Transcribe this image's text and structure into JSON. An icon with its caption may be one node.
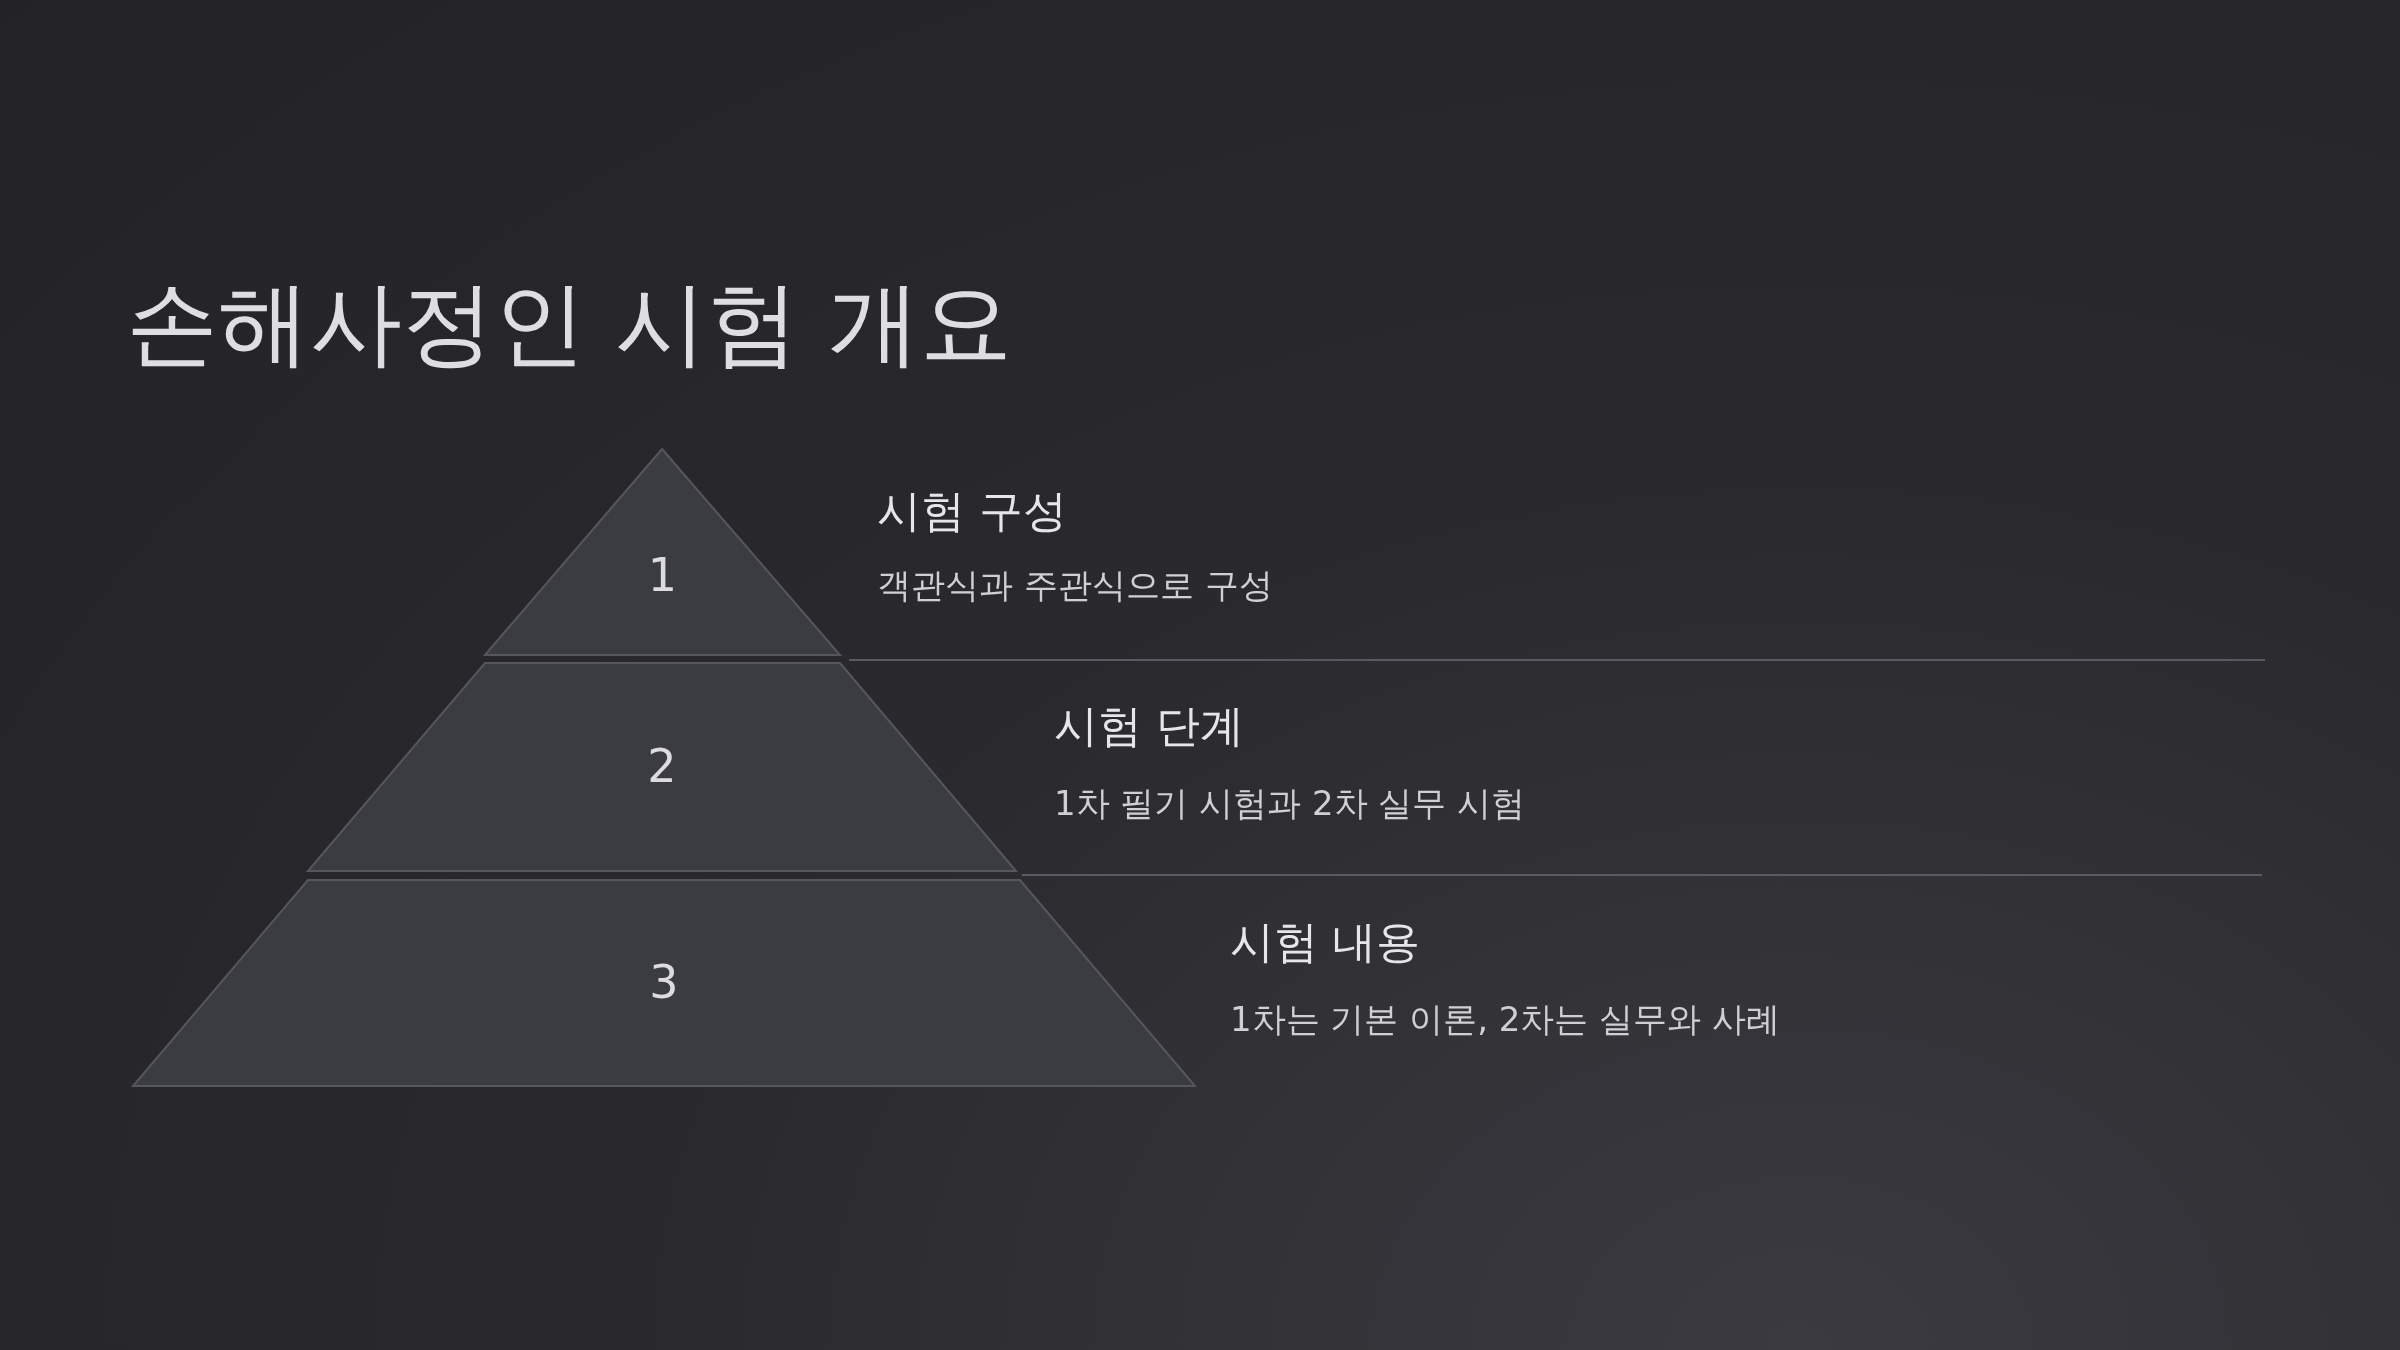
{
  "diagram": {
    "title": "손해사정인 시험 개요",
    "nodes": [
      {
        "text": [
          "1"
        ],
        "beside": [
          "시험 구성",
          "객관식과 주관식으로 구성"
        ]
      },
      {
        "text": [
          "2"
        ],
        "beside": [
          "시험 단계",
          "1차 필기 시험과 2차 실무 시험"
        ]
      },
      {
        "text": [
          "3"
        ],
        "beside": [
          "시험 내용",
          "1차는 기본 이론, 2차는 실무와 사례"
        ]
      }
    ],
    "edges": []
  }
}
